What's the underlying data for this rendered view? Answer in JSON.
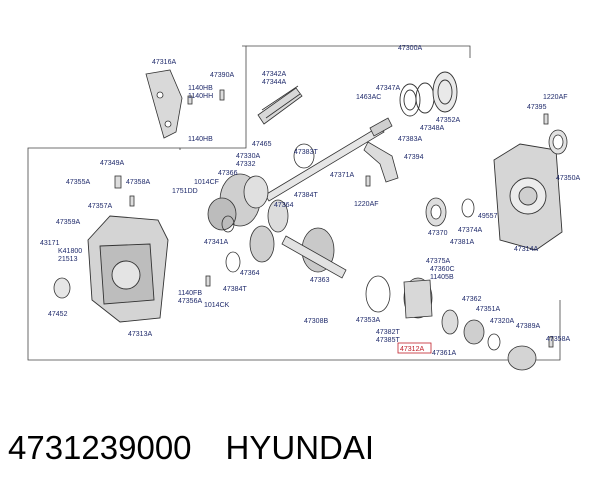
{
  "diagram": {
    "labels": [
      "47300A",
      "47316A",
      "47390A",
      "1140HB",
      "1140HH",
      "1140HB",
      "47342A",
      "47344A",
      "47347A",
      "1463AC",
      "47352A",
      "47348A",
      "47383A",
      "1220AF",
      "47395",
      "47394",
      "47465",
      "47383T",
      "47330A",
      "47332",
      "47366",
      "1014CF",
      "1751DD",
      "47349A",
      "47355A",
      "47358A",
      "47357A",
      "47359A",
      "43171",
      "K41800",
      "21513",
      "47452",
      "47313A",
      "47341A",
      "47384T",
      "47364",
      "47384T",
      "47364",
      "47363",
      "1140FB",
      "47356A",
      "1014CK",
      "47308B",
      "47371A",
      "1220AF",
      "47370",
      "47375A",
      "47381A",
      "47374A",
      "49557",
      "47314A",
      "47350A",
      "47360C",
      "11405B",
      "47353A",
      "47382T",
      "47385T",
      "47312A",
      "47361A",
      "47362",
      "47351A",
      "47320A",
      "47389A",
      "47358A"
    ],
    "highlighted_label": "47312A"
  },
  "caption": {
    "part_number": "4731239000",
    "brand": "HYUNDAI"
  },
  "colors": {
    "label_text": "#1f2a6b",
    "highlight": "#c0202a",
    "line": "#333333"
  }
}
